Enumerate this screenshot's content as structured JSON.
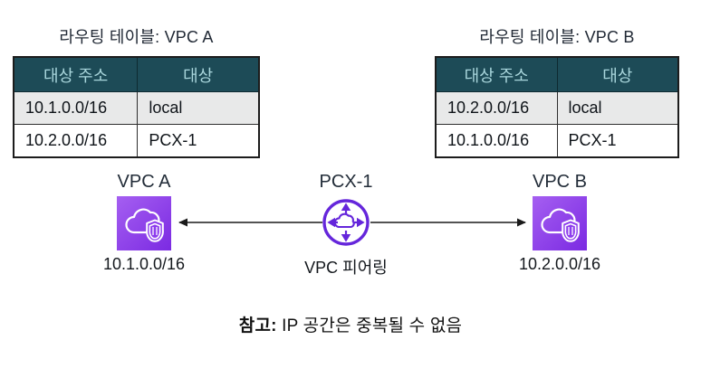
{
  "colors": {
    "header_bg": "#1d4b57",
    "header_text": "#a9d6dc",
    "row_alt_bg": "#e8e9e9",
    "table_border": "#1c1c1c",
    "vpc_gradient_start": "#a55ff1",
    "vpc_gradient_end": "#7b2ae2",
    "peering_purple": "#6526db",
    "arrow_color": "#1a1a1a",
    "background": "#ffffff"
  },
  "routing_tables": [
    {
      "title": "라우팅 테이블: VPC A",
      "columns": [
        "대상 주소",
        "대상"
      ],
      "rows": [
        [
          "10.1.0.0/16",
          "local"
        ],
        [
          "10.2.0.0/16",
          "PCX-1"
        ]
      ]
    },
    {
      "title": "라우팅 테이블: VPC B",
      "columns": [
        "대상 주소",
        "대상"
      ],
      "rows": [
        [
          "10.2.0.0/16",
          "local"
        ],
        [
          "10.1.0.0/16",
          "PCX-1"
        ]
      ]
    }
  ],
  "diagram": {
    "vpc_a": {
      "label": "VPC A",
      "cidr": "10.1.0.0/16",
      "icon": "vpc-cloud-shield"
    },
    "peering": {
      "label": "PCX-1",
      "sublabel": "VPC 피어링",
      "icon": "vpc-peering"
    },
    "vpc_b": {
      "label": "VPC B",
      "cidr": "10.2.0.0/16",
      "icon": "vpc-cloud-shield"
    }
  },
  "note": {
    "prefix": "참고:",
    "text": " IP 공간은 중복될 수 없음"
  }
}
